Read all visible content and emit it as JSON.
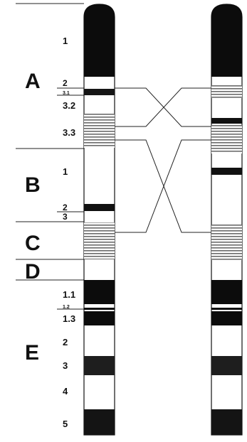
{
  "regions": [
    {
      "id": "A",
      "label": "A"
    },
    {
      "id": "B",
      "label": "B"
    },
    {
      "id": "C",
      "label": "C"
    },
    {
      "id": "D",
      "label": "D"
    },
    {
      "id": "E",
      "label": "E"
    }
  ],
  "band_labels": [
    "1",
    "2",
    "3.1",
    "3.2",
    "3.3",
    "1",
    "2",
    "3",
    "1.1",
    "1.2",
    "1.3",
    "2",
    "3",
    "4",
    "5"
  ],
  "colors": {
    "dark": "#0c0c0c",
    "stripe": "#808080",
    "line": "#222222",
    "background": "#ffffff"
  }
}
